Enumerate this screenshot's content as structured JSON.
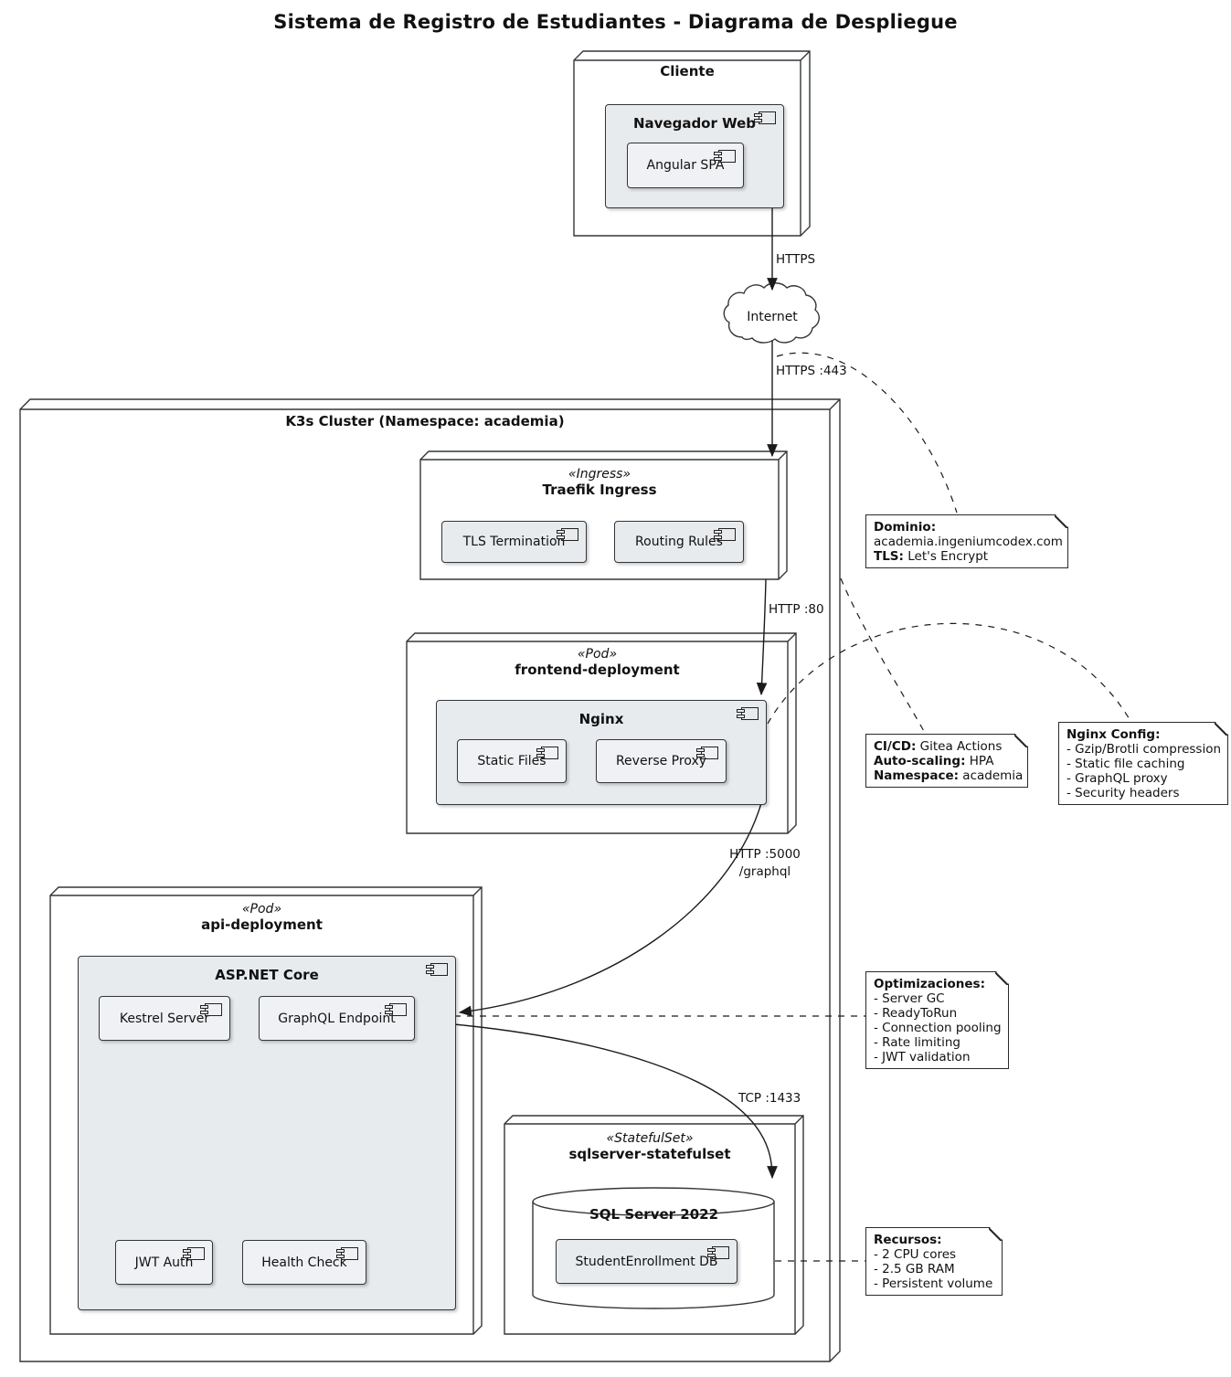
{
  "title": "Sistema de Registro de Estudiantes - Diagrama de Despliegue",
  "colors": {
    "component_fill": "#e8ebee",
    "node_fill": "#ffffff",
    "border": "#2f3136",
    "line": "#1b1b1b"
  },
  "nodes": {
    "cliente": {
      "label": "Cliente"
    },
    "navegador_web": {
      "label": "Navegador Web"
    },
    "angular_spa": {
      "label": "Angular SPA"
    },
    "internet": {
      "label": "Internet"
    },
    "k3s_cluster": {
      "label": "K3s Cluster (Namespace: academia)"
    },
    "traefik": {
      "stereotype": "«Ingress»",
      "label": "Traefik Ingress"
    },
    "tls_termination": {
      "label": "TLS Termination"
    },
    "routing_rules": {
      "label": "Routing Rules"
    },
    "frontend": {
      "stereotype": "«Pod»",
      "label": "frontend-deployment"
    },
    "nginx": {
      "label": "Nginx"
    },
    "static_files": {
      "label": "Static Files"
    },
    "reverse_proxy": {
      "label": "Reverse Proxy"
    },
    "api": {
      "stereotype": "«Pod»",
      "label": "api-deployment"
    },
    "aspnet": {
      "label": "ASP.NET Core"
    },
    "kestrel": {
      "label": "Kestrel Server"
    },
    "graphql_endpoint": {
      "label": "GraphQL Endpoint"
    },
    "jwt_auth": {
      "label": "JWT Auth"
    },
    "health_check": {
      "label": "Health Check"
    },
    "statefulset": {
      "stereotype": "«StatefulSet»",
      "label": "sqlserver-statefulset"
    },
    "sql_server": {
      "label": "SQL Server 2022"
    },
    "student_db": {
      "label": "StudentEnrollment DB"
    }
  },
  "edges": {
    "https": "HTTPS",
    "https_443": "HTTPS :443",
    "http_80": "HTTP :80",
    "http_5000": "HTTP :5000",
    "http_5000_path": "/graphql",
    "tcp_1433": "TCP :1433"
  },
  "notes": {
    "dominio": {
      "title": "Dominio:",
      "domain": "academia.ingeniumcodex.com",
      "tls_label": "TLS:",
      "tls_value": "Let's Encrypt"
    },
    "cicd": {
      "l1_label": "CI/CD:",
      "l1_value": "Gitea Actions",
      "l2_label": "Auto-scaling:",
      "l2_value": "HPA",
      "l3_label": "Namespace:",
      "l3_value": "academia"
    },
    "nginx_config": {
      "title": "Nginx Config:",
      "items": [
        "- Gzip/Brotli compression",
        "- Static file caching",
        "- GraphQL proxy",
        "- Security headers"
      ]
    },
    "optimizaciones": {
      "title": "Optimizaciones:",
      "items": [
        "- Server GC",
        "- ReadyToRun",
        "- Connection pooling",
        "- Rate limiting",
        "- JWT validation"
      ]
    },
    "recursos": {
      "title": "Recursos:",
      "items": [
        "- 2 CPU cores",
        "- 2.5 GB RAM",
        "- Persistent volume"
      ]
    }
  }
}
